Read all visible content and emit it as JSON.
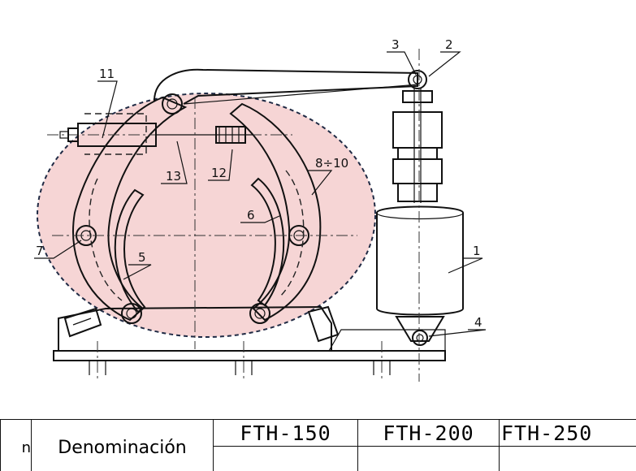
{
  "diagram": {
    "part_labels": [
      "1",
      "2",
      "3",
      "4",
      "5",
      "6",
      "7",
      "8÷10",
      "11",
      "12",
      "13"
    ],
    "highlight_color": "#f6d5d5",
    "outline_color": "#1f2a44"
  },
  "table": {
    "left_fragment": "n",
    "denomination_header": "Denominación",
    "models": [
      "FTH-150",
      "FTH-200",
      "FTH-250"
    ]
  }
}
